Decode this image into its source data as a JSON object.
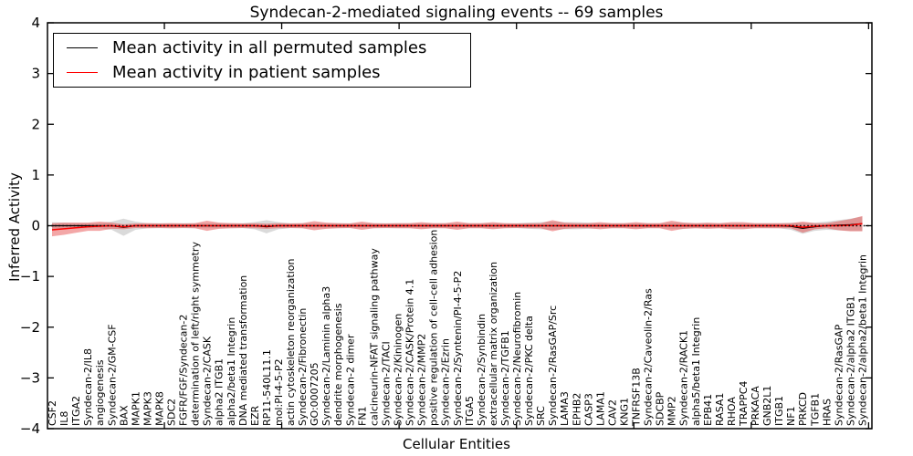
{
  "figure": {
    "title": "Syndecan-2-mediated signaling events -- 69 samples",
    "xlabel": "Cellular Entities",
    "ylabel": "Inferred Activity"
  },
  "legend": {
    "items": [
      {
        "label": "Mean activity in all permuted samples",
        "color": "#000000"
      },
      {
        "label": "Mean activity in patient samples",
        "color": "#ff0000"
      }
    ]
  },
  "chart_data": {
    "type": "line",
    "title": "Syndecan-2-mediated signaling events -- 69 samples",
    "xlabel": "Cellular Entities",
    "ylabel": "Inferred Activity",
    "ylim": [
      -4,
      4
    ],
    "yticks": [
      -4,
      -3,
      -2,
      -1,
      0,
      1,
      2,
      3,
      4
    ],
    "grid": false,
    "legend_position": "upper left",
    "zero_line": {
      "y": 0,
      "style": "dotted",
      "color": "#000000"
    },
    "categories": [
      "CSF2",
      "IL8",
      "ITGA2",
      "Syndecan-2/IL8",
      "angiogenesis",
      "Syndecan-2/GM-CSF",
      "BAX",
      "MAPK1",
      "MAPK3",
      "MAPK8",
      "SDC2",
      "FGFR/FGF/Syndecan-2",
      "determination of left/right symmetry",
      "Syndecan-2/CASK",
      "alpha2 ITGB1",
      "alpha2/beta1 Integrin",
      "DNA mediated transformation",
      "EZR",
      "RP11-540L11.1",
      "mol:PI-4-5-P2",
      "actin cytoskeleton reorganization",
      "Syndecan-2/Fibronectin",
      "GO:0007205",
      "Syndecan-2/Laminin alpha3",
      "dendrite morphogenesis",
      "Syndecan-2 dimer",
      "FN1",
      "calcineurin-NFAT signaling pathway",
      "Syndecan-2/TACI",
      "Syndecan-2/Kininogen",
      "Syndecan-2/CASK/Protein 4.1",
      "Syndecan-2/MMP2",
      "positive regulation of cell-cell adhesion",
      "Syndecan-2/Ezrin",
      "Syndecan-2/Syntenin/PI-4-5-P2",
      "ITGA5",
      "Syndecan-2/Synbindin",
      "extracellular matrix organization",
      "Syndecan-2/TGFB1",
      "Syndecan-2/Neurofibromin",
      "Syndecan-2/PKC delta",
      "SRC",
      "Syndecan-2/RasGAP/Src",
      "LAMA3",
      "EPHB2",
      "CASP3",
      "LAMA1",
      "CAV2",
      "KNG1",
      "TNFRSF13B",
      "Syndecan-2/Caveolin-2/Ras",
      "SDCBP",
      "MMP2",
      "Syndecan-2/RACK1",
      "alpha5/beta1 Integrin",
      "EPB41",
      "RASA1",
      "RHOA",
      "TRAPPC4",
      "PRKACA",
      "GNB2L1",
      "ITGB1",
      "NF1",
      "PRKCD",
      "TGFB1",
      "HRAS",
      "Syndecan-2/RasGAP",
      "Syndecan-2/alpha2 ITGB1",
      "Syndecan-2/alpha2/beta1 Integrin"
    ],
    "series": [
      {
        "name": "Mean activity in all permuted samples",
        "color": "#000000",
        "values": [
          0,
          0,
          0,
          0,
          0,
          0,
          -0.03,
          0,
          0,
          0,
          0,
          0,
          0,
          0,
          0,
          0,
          0,
          0,
          -0.02,
          0,
          0,
          0,
          0,
          0,
          0,
          0,
          0,
          0,
          0,
          0,
          0,
          0,
          0,
          0,
          0,
          0,
          0,
          0,
          0,
          0,
          0,
          0,
          0,
          0,
          0,
          0,
          0,
          0,
          0,
          0,
          0,
          0,
          0,
          0,
          0,
          0,
          0,
          0,
          0,
          0,
          0,
          0,
          -0.01,
          -0.05,
          -0.02,
          0,
          0.01,
          0.02,
          0.04
        ]
      },
      {
        "name": "Mean activity in patient samples",
        "color": "#ff0000",
        "values": [
          -0.08,
          -0.06,
          -0.04,
          -0.02,
          -0.01,
          0,
          -0.02,
          0,
          0,
          0,
          0,
          0,
          0,
          0,
          0,
          0,
          0,
          0,
          -0.01,
          0,
          0,
          0,
          0,
          0,
          0,
          0,
          0,
          0,
          0,
          0,
          0,
          0,
          0,
          0,
          0,
          0,
          0,
          0,
          0,
          0,
          0,
          0,
          0,
          0,
          0,
          0,
          0,
          0,
          0,
          0,
          0,
          0,
          0,
          0,
          0,
          0,
          0,
          0,
          0,
          0,
          0,
          0,
          0,
          -0.03,
          -0.01,
          0,
          0,
          0.01,
          0.04
        ]
      }
    ],
    "bands": [
      {
        "name": "permuted samples spread",
        "center_series": 0,
        "color": "rgba(150,150,150,0.35)",
        "halfwidths": [
          0.07,
          0.06,
          0.055,
          0.05,
          0.05,
          0.08,
          0.17,
          0.08,
          0.05,
          0.05,
          0.05,
          0.05,
          0.05,
          0.05,
          0.05,
          0.05,
          0.05,
          0.07,
          0.13,
          0.07,
          0.05,
          0.05,
          0.05,
          0.05,
          0.05,
          0.05,
          0.05,
          0.05,
          0.05,
          0.05,
          0.05,
          0.05,
          0.05,
          0.05,
          0.05,
          0.05,
          0.05,
          0.05,
          0.05,
          0.05,
          0.06,
          0.07,
          0.08,
          0.07,
          0.07,
          0.06,
          0.05,
          0.05,
          0.05,
          0.05,
          0.05,
          0.05,
          0.06,
          0.06,
          0.05,
          0.05,
          0.05,
          0.05,
          0.05,
          0.05,
          0.05,
          0.05,
          0.07,
          0.11,
          0.08,
          0.08,
          0.1,
          0.12,
          0.14
        ]
      },
      {
        "name": "patient samples spread",
        "center_series": 1,
        "color": "rgba(228,60,60,0.45)",
        "halfwidths": [
          0.13,
          0.12,
          0.1,
          0.08,
          0.09,
          0.06,
          0.05,
          0.045,
          0.05,
          0.045,
          0.05,
          0.045,
          0.05,
          0.1,
          0.06,
          0.05,
          0.045,
          0.05,
          0.05,
          0.05,
          0.045,
          0.05,
          0.09,
          0.06,
          0.05,
          0.045,
          0.08,
          0.05,
          0.045,
          0.05,
          0.05,
          0.07,
          0.05,
          0.05,
          0.08,
          0.05,
          0.05,
          0.07,
          0.05,
          0.045,
          0.05,
          0.05,
          0.11,
          0.06,
          0.05,
          0.05,
          0.07,
          0.05,
          0.05,
          0.07,
          0.05,
          0.05,
          0.1,
          0.06,
          0.05,
          0.06,
          0.05,
          0.07,
          0.07,
          0.05,
          0.05,
          0.05,
          0.05,
          0.11,
          0.06,
          0.05,
          0.09,
          0.12,
          0.15
        ]
      }
    ]
  }
}
